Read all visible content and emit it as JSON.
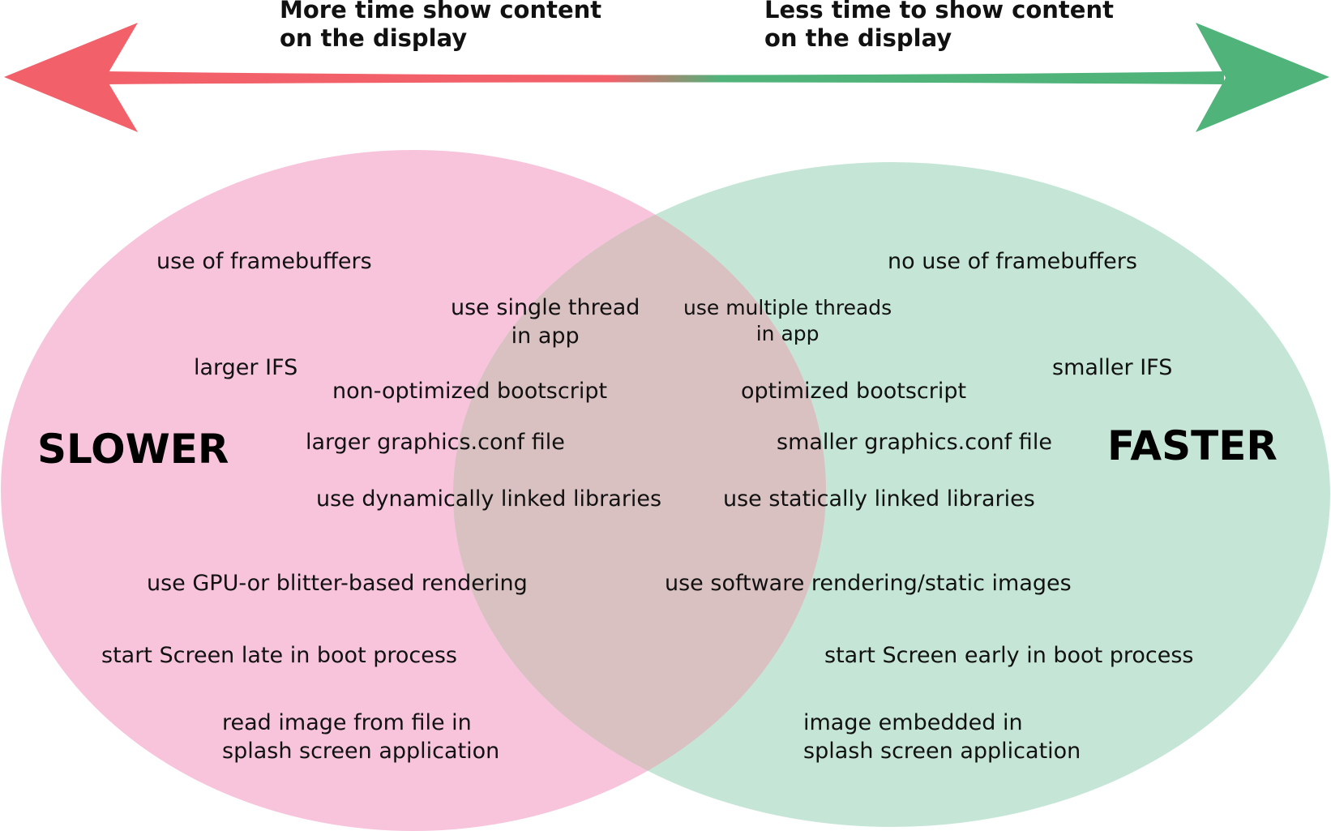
{
  "colors": {
    "slow": "#f2606a",
    "fast": "#4fb37a",
    "slow_circle": "#f7c4dc",
    "fast_circle": "#c5e6d6",
    "overlap": "#d8c1c0"
  },
  "arrow": {
    "left_caption": [
      "More time show content",
      "on the display"
    ],
    "right_caption": [
      "Less time to show content",
      "on the display"
    ]
  },
  "sets": {
    "slower": {
      "label": "SLOWER",
      "items": [
        "use of framebuffers",
        "larger IFS",
        "use GPU-or blitter-based rendering",
        "start Screen late in boot process",
        "read image from file in\nsplash screen application"
      ]
    },
    "faster": {
      "label": "FASTER",
      "items": [
        "no use of framebuffers",
        "smaller IFS",
        "start Screen early in boot process",
        "image embedded in\nsplash screen application"
      ]
    },
    "overlap_slow_side": [
      "use single thread\nin app",
      "non-optimized bootscript",
      "larger graphics.conf file",
      "use dynamically linked libraries"
    ],
    "overlap_fast_side": [
      "use multiple threads\nin app",
      "optimized bootscript",
      "smaller graphics.conf file",
      "use statically linked libraries",
      "use software rendering/static images"
    ]
  }
}
